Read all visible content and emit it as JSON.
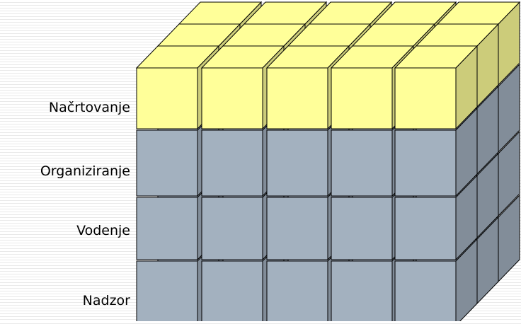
{
  "diagram": {
    "layers": [
      {
        "label": "Načrtovanje",
        "color": "#ffff99",
        "side": "#cccc7a",
        "top": "#ffff99"
      },
      {
        "label": "Organiziranje",
        "color": "#a3b1bf",
        "side": "#828d99",
        "top": "#a3b1bf"
      },
      {
        "label": "Vodenje",
        "color": "#a3b1bf",
        "side": "#828d99",
        "top": "#a3b1bf"
      },
      {
        "label": "Nadzor",
        "color": "#a3b1bf",
        "side": "#828d99",
        "top": "#a3b1bf"
      }
    ],
    "columns": 5,
    "depth": 3,
    "outline_color": "#000000"
  }
}
